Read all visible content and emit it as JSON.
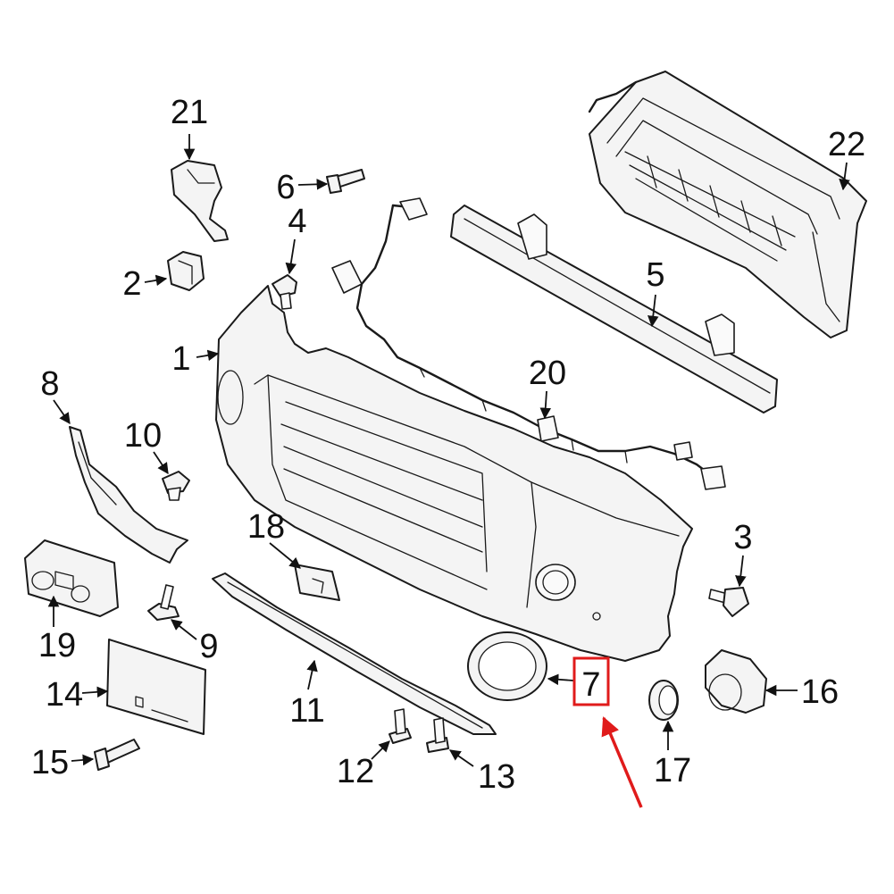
{
  "highlight": {
    "part_number": "7",
    "color": "#e01b1b"
  },
  "callouts": [
    {
      "id": "1",
      "label": "1"
    },
    {
      "id": "2",
      "label": "2"
    },
    {
      "id": "3",
      "label": "3"
    },
    {
      "id": "4",
      "label": "4"
    },
    {
      "id": "5",
      "label": "5"
    },
    {
      "id": "6",
      "label": "6"
    },
    {
      "id": "7",
      "label": "7"
    },
    {
      "id": "8",
      "label": "8"
    },
    {
      "id": "9",
      "label": "9"
    },
    {
      "id": "10",
      "label": "10"
    },
    {
      "id": "11",
      "label": "11"
    },
    {
      "id": "12",
      "label": "12"
    },
    {
      "id": "13",
      "label": "13"
    },
    {
      "id": "14",
      "label": "14"
    },
    {
      "id": "15",
      "label": "15"
    },
    {
      "id": "16",
      "label": "16"
    },
    {
      "id": "17",
      "label": "17"
    },
    {
      "id": "18",
      "label": "18"
    },
    {
      "id": "19",
      "label": "19"
    },
    {
      "id": "20",
      "label": "20"
    },
    {
      "id": "21",
      "label": "21"
    },
    {
      "id": "22",
      "label": "22"
    }
  ]
}
